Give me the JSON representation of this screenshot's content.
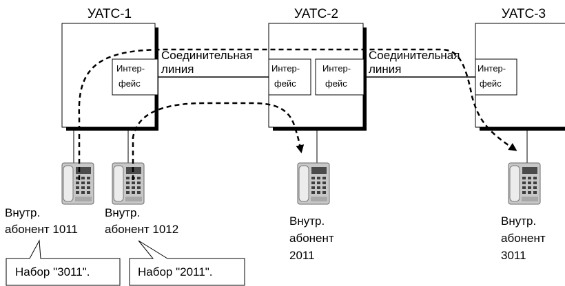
{
  "pbx": [
    {
      "title": "УАТС-1"
    },
    {
      "title": "УАТС-2"
    },
    {
      "title": "УАТС-3"
    }
  ],
  "interfaces": [
    {
      "line1": "Интер-",
      "line2": "фейс"
    },
    {
      "line1": "Интер-",
      "line2": "фейс"
    },
    {
      "line1": "Интер-",
      "line2": "фейс"
    },
    {
      "line1": "Интер-",
      "line2": "фейс"
    }
  ],
  "trunks": [
    {
      "line1": "Соединительная",
      "line2": "линия"
    },
    {
      "line1": "Соединительная",
      "line2": "линия"
    }
  ],
  "extensions": [
    {
      "lines": [
        "Внутр.",
        "абонент 1011"
      ]
    },
    {
      "lines": [
        "Внутр.",
        "абонент 1012"
      ]
    },
    {
      "lines": [
        "Внутр.",
        "абонент",
        "2011"
      ]
    },
    {
      "lines": [
        "Внутр.",
        "абонент",
        "3011"
      ]
    }
  ],
  "callouts": [
    {
      "text": "Набор \"3011\"."
    },
    {
      "text": "Набор \"2011\"."
    }
  ],
  "icons": {
    "phone": "desk-phone-icon"
  }
}
